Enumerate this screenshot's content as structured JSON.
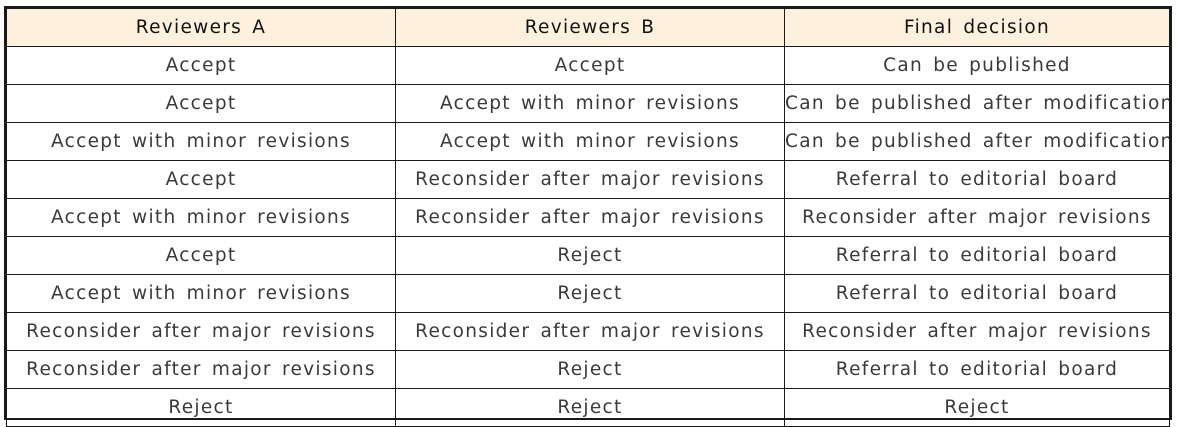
{
  "table": {
    "headers": [
      "Reviewers A",
      "Reviewers B",
      "Final decision"
    ],
    "rows": [
      [
        "Accept",
        "Accept",
        "Can be published"
      ],
      [
        "Accept",
        "Accept with minor revisions",
        "Can be published after modification"
      ],
      [
        "Accept with minor revisions",
        "Accept with minor revisions",
        "Can be published after modification"
      ],
      [
        "Accept",
        "Reconsider after major revisions",
        "Referral to editorial board"
      ],
      [
        "Accept with minor revisions",
        "Reconsider after major revisions",
        "Reconsider after major revisions"
      ],
      [
        "Accept",
        "Reject",
        "Referral to editorial board"
      ],
      [
        "Accept with minor revisions",
        "Reject",
        "Referral to editorial board"
      ],
      [
        "Reconsider after major revisions",
        "Reconsider after major revisions",
        "Reconsider after major revisions"
      ],
      [
        "Reconsider after major revisions",
        "Reject",
        "Referral to editorial board"
      ],
      [
        "Reject",
        "Reject",
        "Reject"
      ]
    ]
  },
  "colors": {
    "header_background": "#fdf1dd",
    "border": "#1a1a1a",
    "text": "#3a3a3a"
  }
}
